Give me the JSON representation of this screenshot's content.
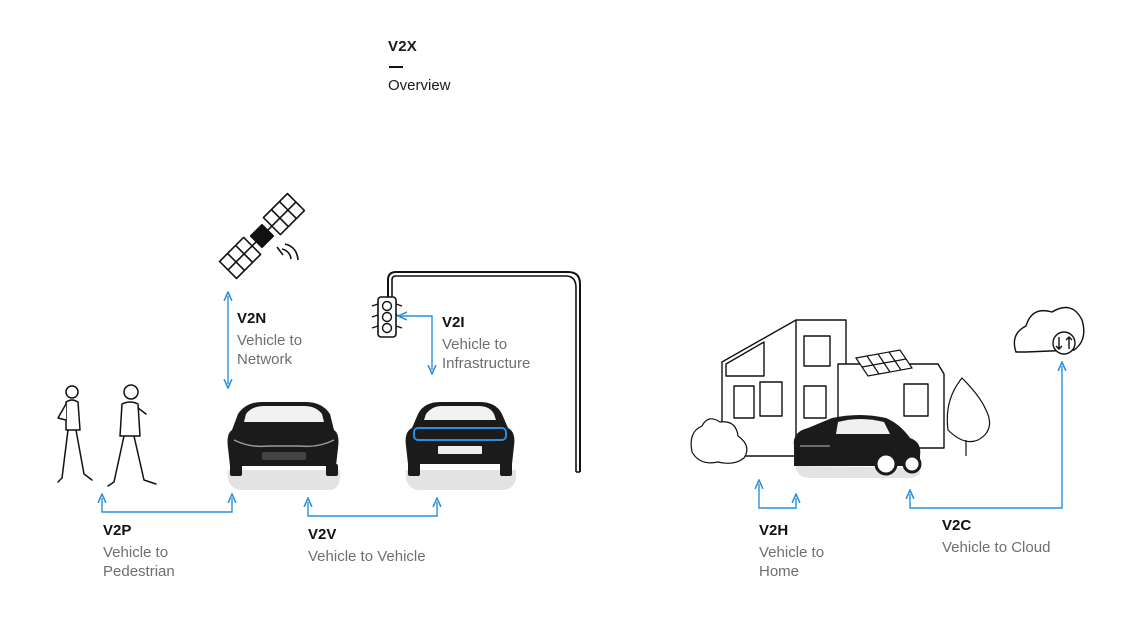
{
  "header": {
    "title": "V2X",
    "subtitle": "Overview"
  },
  "labels": {
    "v2n": {
      "code": "V2N",
      "line1": "Vehicle to",
      "line2": "Network"
    },
    "v2i": {
      "code": "V2I",
      "line1": "Vehicle to",
      "line2": "Infrastructure"
    },
    "v2p": {
      "code": "V2P",
      "line1": "Vehicle to",
      "line2": "Pedestrian"
    },
    "v2v": {
      "code": "V2V",
      "line1": "Vehicle to Vehicle"
    },
    "v2h": {
      "code": "V2H",
      "line1": "Vehicle to",
      "line2": "Home"
    },
    "v2c": {
      "code": "V2C",
      "line1": "Vehicle to Cloud"
    }
  },
  "colors": {
    "connector": "#2a8fe0",
    "ink": "#111111",
    "muted": "#6e6e6e",
    "car": "#1b1b1b"
  },
  "icons": [
    "satellite-icon",
    "traffic-light-icon",
    "pedestrian-icon",
    "car-front-icon",
    "car-rear-icon",
    "house-icon",
    "solar-panel-icon",
    "suv-icon",
    "cloud-sync-icon",
    "bush-icon"
  ]
}
